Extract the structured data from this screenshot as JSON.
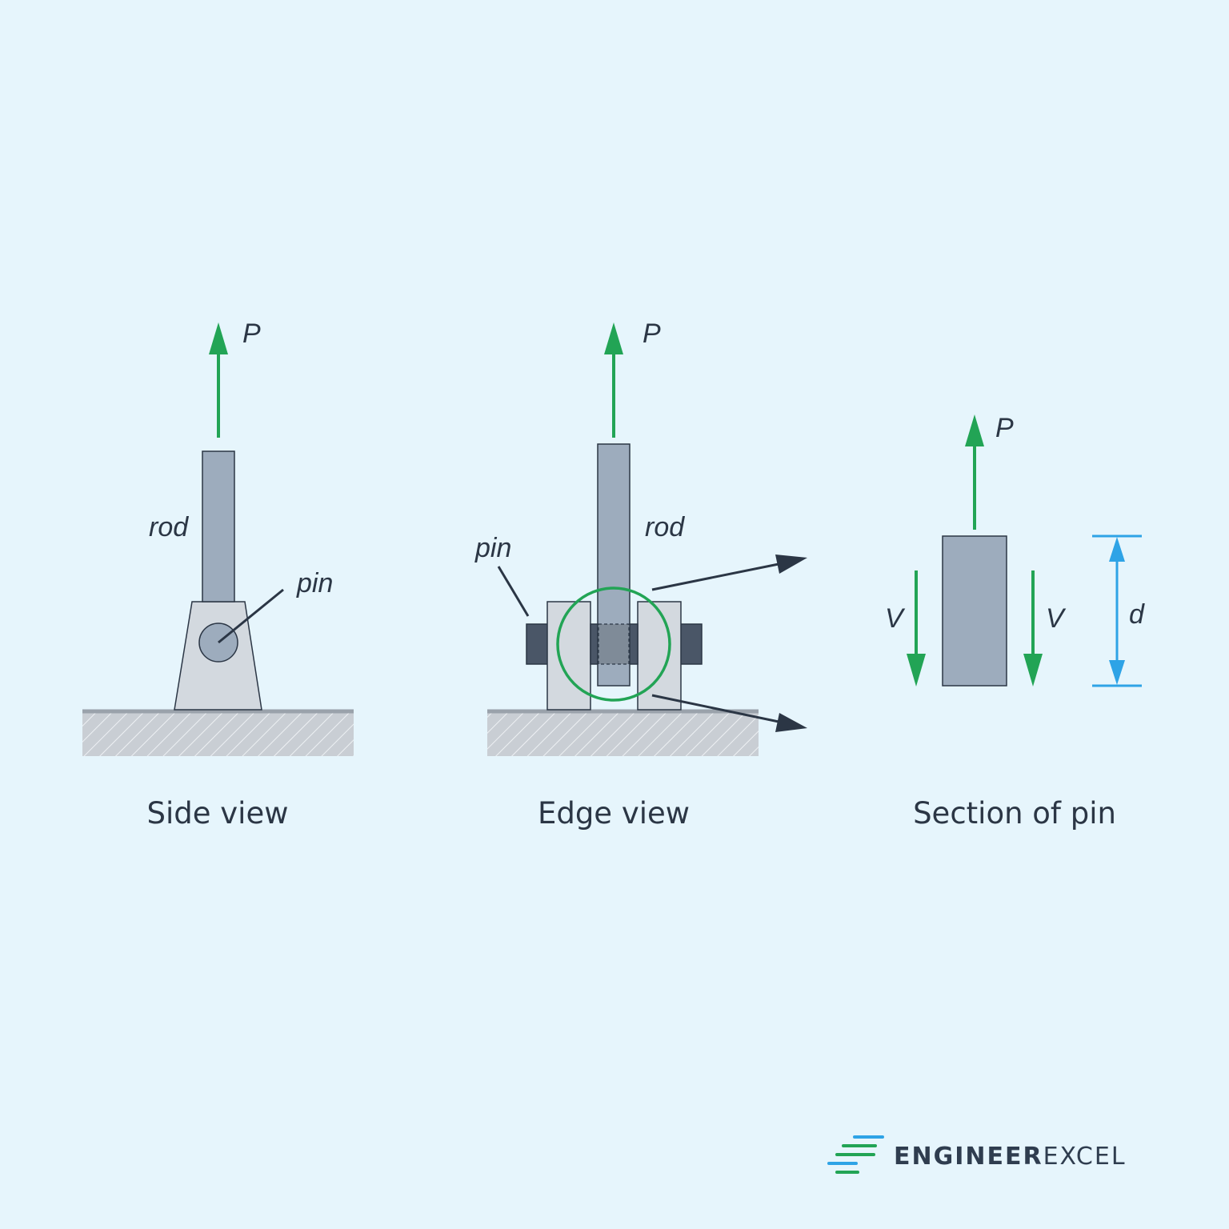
{
  "colors": {
    "background": "#e6f5fc",
    "force_arrow": "#22a455",
    "dimension": "#2ea3e6",
    "rod_fill": "#9dacbd",
    "bracket_fill": "#d3d9df",
    "pin_dark": "#4a5667",
    "ground_line": "#9aa2ab",
    "outline": "#2b3645",
    "logo_dark": "#2f3d4f"
  },
  "side_view": {
    "force_label": "P",
    "rod_label": "rod",
    "pin_label": "pin",
    "caption": "Side view"
  },
  "edge_view": {
    "force_label": "P",
    "rod_label": "rod",
    "pin_label": "pin",
    "caption": "Edge view"
  },
  "section_view": {
    "force_label": "P",
    "shear_left_label": "V",
    "shear_right_label": "V",
    "dimension_label": "d",
    "caption": "Section of pin"
  },
  "logo": {
    "word_part1": "ENGINEER",
    "word_part2": "EXCEL",
    "icon": "speed-lines-icon"
  }
}
